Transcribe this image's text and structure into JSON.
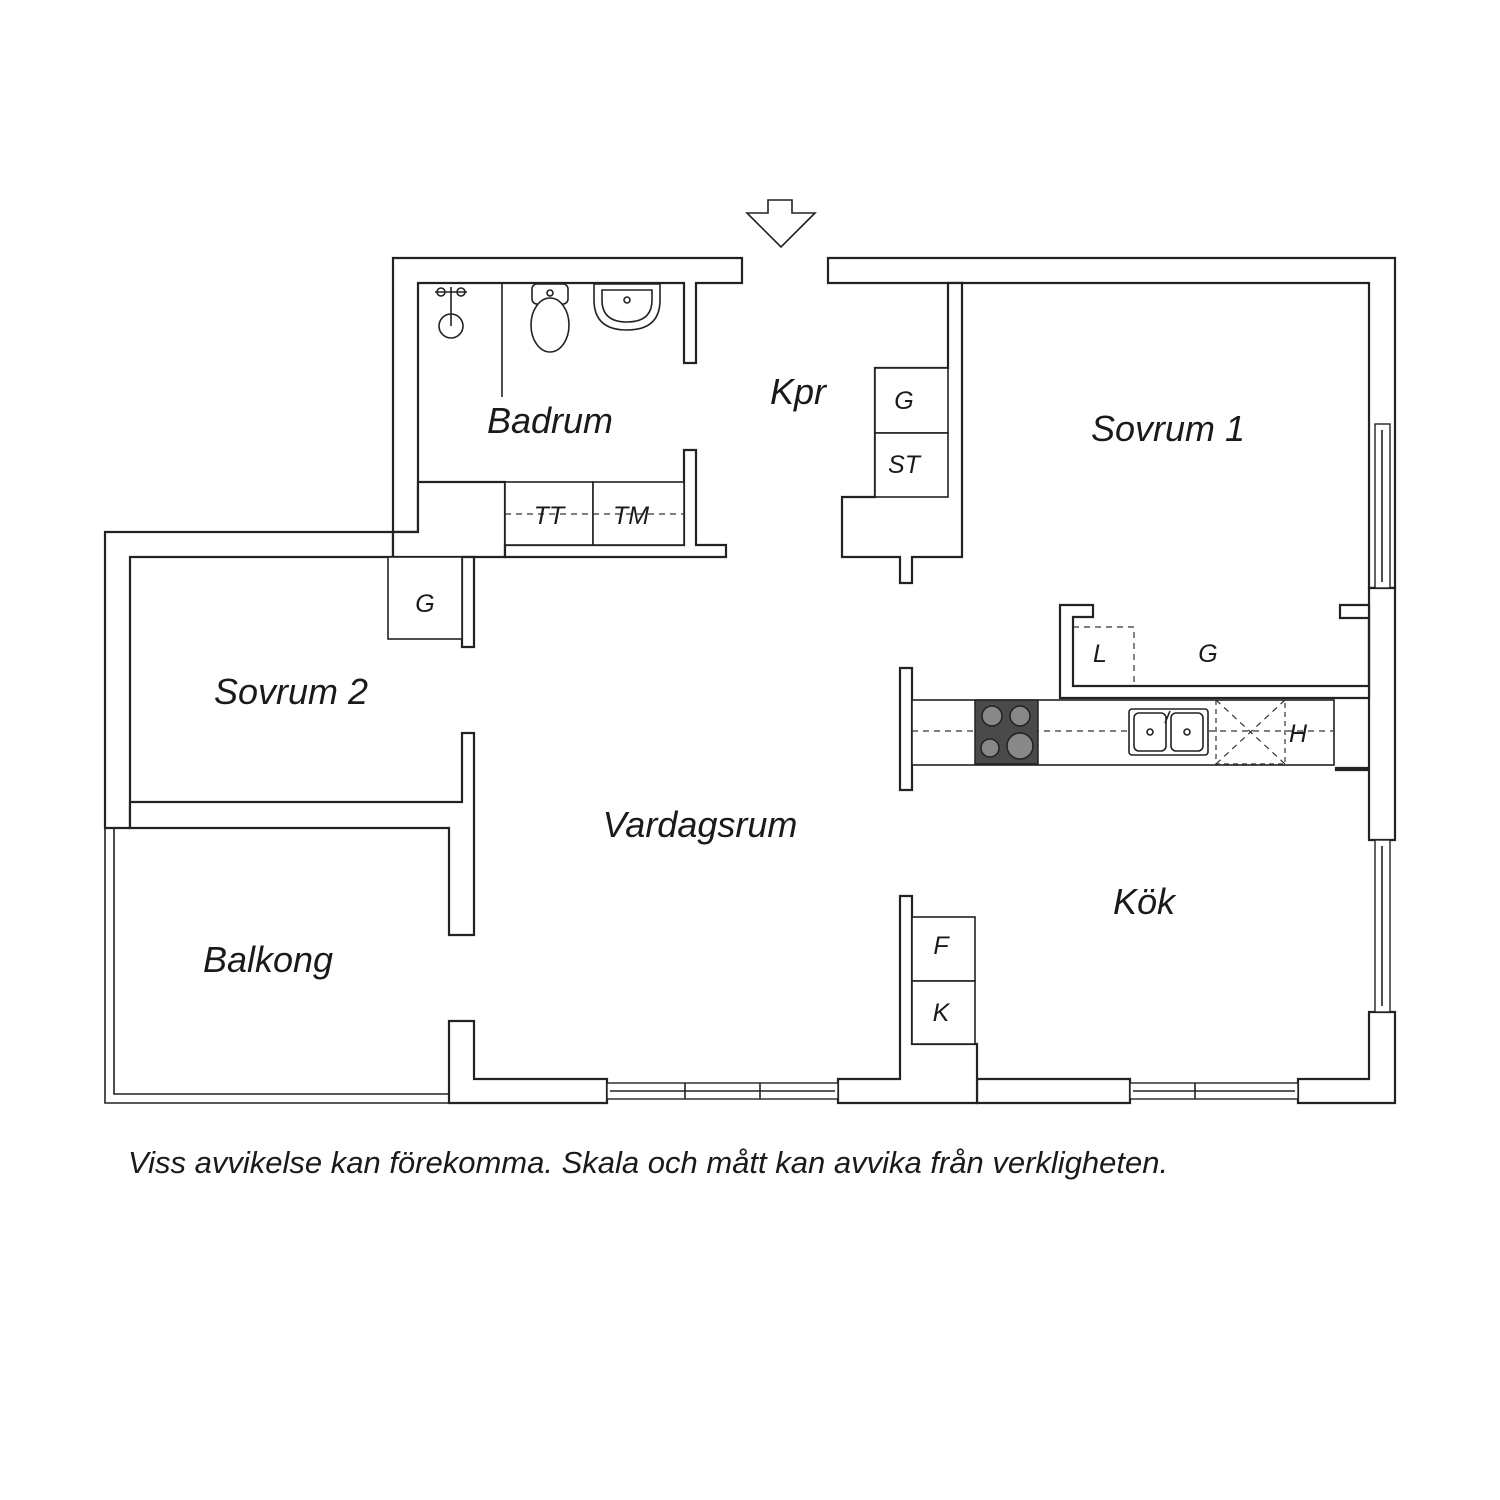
{
  "rooms": {
    "badrum": "Badrum",
    "kpr": "Kpr",
    "sovrum1": "Sovrum 1",
    "sovrum2": "Sovrum 2",
    "vardagsrum": "Vardagsrum",
    "kok": "Kök",
    "balkong": "Balkong"
  },
  "fixtures": {
    "g_hall": "G",
    "st": "ST",
    "tt": "TT",
    "tm": "TM",
    "g_sovrum2": "G",
    "l": "L",
    "g_sovrum1": "G",
    "h": "H",
    "f": "F",
    "k": "K"
  },
  "icons": {
    "entrance": "entrance-arrow-icon",
    "shower": "shower-icon",
    "toilet": "toilet-icon",
    "sink": "washbasin-icon",
    "stove": "stove-icon",
    "kitchen_sink": "kitchen-sink-icon"
  },
  "disclaimer": "Viss avvikelse kan förekomma. Skala och mått kan avvika från verkligheten."
}
